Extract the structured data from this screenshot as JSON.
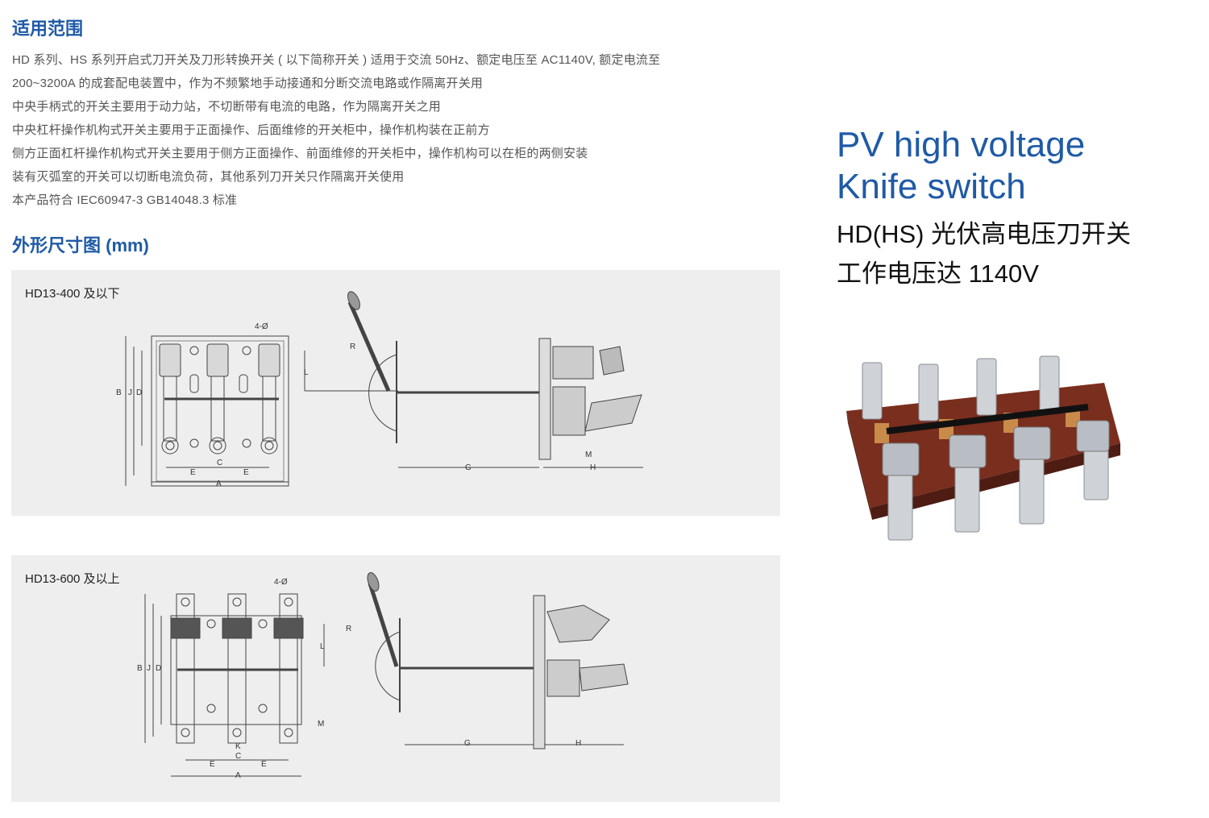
{
  "scope": {
    "title": "适用范围",
    "lines": [
      "HD 系列、HS 系列开启式刀开关及刀形转换开关 ( 以下简称开关 ) 适用于交流 50Hz、额定电压至 AC1140V, 额定电流至",
      "200~3200A 的成套配电装置中，作为不频繁地手动接通和分断交流电路或作隔离开关用",
      "中央手柄式的开关主要用于动力站，不切断带有电流的电路，作为隔离开关之用",
      "中央杠杆操作机构式开关主要用于正面操作、后面维修的开关柜中，操作机构装在正前方",
      "侧方正面杠杆操作机构式开关主要用于侧方正面操作、前面维修的开关柜中，操作机构可以在柜的两侧安装",
      "装有灭弧室的开关可以切断电流负荷，其他系列刀开关只作隔离开关使用",
      "本产品符合 IEC60947-3 GB14048.3 标准"
    ]
  },
  "dims": {
    "title": "外形尺寸图 (mm)",
    "diagram1": {
      "label": "HD13-400 及以下",
      "dims": {
        "hole": "4-Ø",
        "B": "B",
        "J": "J",
        "D": "D",
        "E": "E",
        "C": "C",
        "A": "A",
        "L": "L",
        "R": "R",
        "G": "G",
        "H": "H",
        "M": "M"
      }
    },
    "diagram2": {
      "label": "HD13-600 及以上",
      "dims": {
        "hole": "4-Ø",
        "B": "B",
        "J": "J",
        "D": "D",
        "E": "E",
        "C": "C",
        "K": "K",
        "A": "A",
        "L": "L",
        "R": "R",
        "G": "G",
        "H": "H",
        "M": "M"
      }
    }
  },
  "hero": {
    "en_line1": "PV high voltage",
    "en_line2": "Knife switch",
    "cn_line1": "HD(HS) 光伏高电压刀开关",
    "cn_line2": "工作电压达 1140V"
  },
  "colors": {
    "accent": "#1f5aa6",
    "panel": "#eeeeee",
    "base": "#7a2e1e"
  }
}
